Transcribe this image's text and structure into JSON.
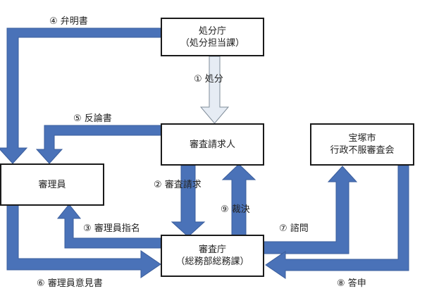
{
  "colors": {
    "arrow_fill": "#4a72b8",
    "arrow_edge": "#3a5d9c",
    "hollow_fill": "#e6ecf4",
    "hollow_edge": "#7f8c99"
  },
  "boxes": {
    "shobun_cho": {
      "line1": "処分庁",
      "line2": "（処分担当課）"
    },
    "shinsa_seikyunin": {
      "line1": "審査請求人"
    },
    "shinsa_cho": {
      "line1": "審査庁",
      "line2": "（総務部総務課）"
    },
    "shinrin": {
      "line1": "審理員"
    },
    "shingikai": {
      "line1": "宝塚市",
      "line2": "行政不服審査会"
    }
  },
  "steps": {
    "s1": "① 処分",
    "s2": "② 審査請求",
    "s3": "③ 審理員指名",
    "s4": "④ 弁明書",
    "s5": "⑤ 反論書",
    "s6": "⑥ 審理員意見書",
    "s7": "⑦ 諮問",
    "s8": "⑧ 答申",
    "s9": "⑨ 裁決"
  }
}
